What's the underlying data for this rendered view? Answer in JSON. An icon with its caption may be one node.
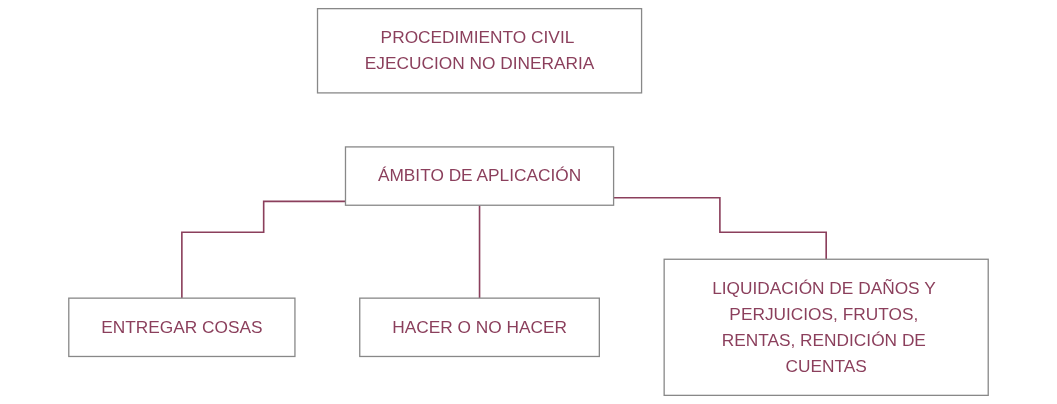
{
  "diagram": {
    "nodes": [
      {
        "text": [
          "PROCEDIMIENTO CIVIL EJECUCION NO DINERARIA"
        ]
      },
      {
        "text": [
          "ÁMBITO DE APLICACIÓN"
        ]
      },
      {
        "text": [
          "ENTREGAR COSAS"
        ]
      },
      {
        "text": [
          "HACER O NO HACER"
        ]
      },
      {
        "text": [
          "LIQUIDACIÓN DE DAÑOS Y PERJUICIOS, FRUTOS, RENTAS, RENDICIÓN DE CUENTAS"
        ]
      }
    ],
    "edges": [
      {
        "from": 1,
        "to": 2,
        "arrow": "none"
      },
      {
        "from": 1,
        "to": 3,
        "arrow": "none"
      },
      {
        "from": 1,
        "to": 4,
        "arrow": "none"
      }
    ]
  }
}
